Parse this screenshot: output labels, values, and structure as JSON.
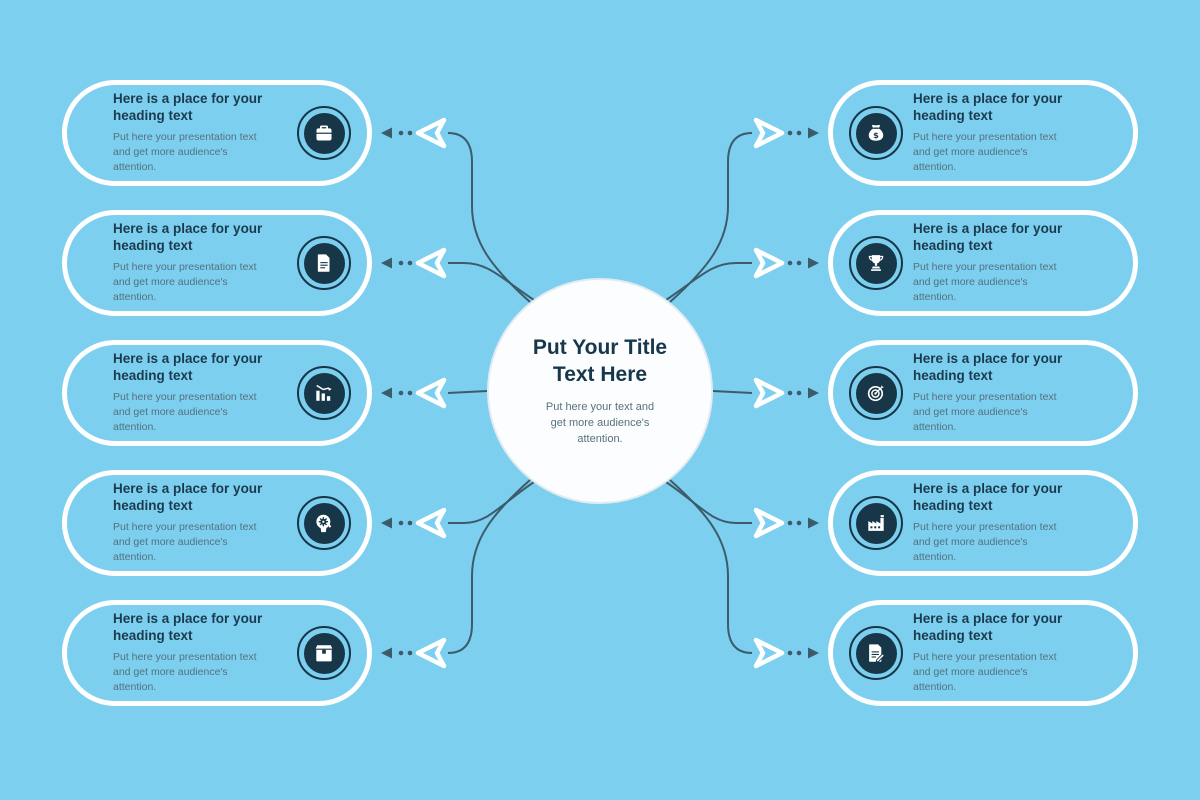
{
  "colors": {
    "background": "#7ccfee",
    "dark_navy": "#173648",
    "heading_text": "#1b3a4e",
    "body_text": "#54717f",
    "connector": "#3c5c6c",
    "card_border": "#ffffff",
    "center_fill": "#fbfdfe",
    "center_border": "#e2ebf1"
  },
  "center": {
    "title_lines": [
      "Put Your Title",
      "Text Here"
    ],
    "subtitle_lines": [
      "Put here your text and",
      "get more audience's",
      "attention."
    ]
  },
  "left_cards": [
    {
      "icon": "briefcase-icon",
      "heading_lines": [
        "Here is a place for your",
        "heading text"
      ],
      "body_lines": [
        "Put here your presentation text",
        "and get more audience's",
        "attention."
      ]
    },
    {
      "icon": "document-icon",
      "heading_lines": [
        "Here is a place for your",
        "heading text"
      ],
      "body_lines": [
        "Put here your presentation text",
        "and get more audience's",
        "attention."
      ]
    },
    {
      "icon": "declining-chart-icon",
      "heading_lines": [
        "Here is a place for your",
        "heading text"
      ],
      "body_lines": [
        "Put here your presentation text",
        "and get more audience's",
        "attention."
      ]
    },
    {
      "icon": "head-gear-icon",
      "heading_lines": [
        "Here is a place for your",
        "heading text"
      ],
      "body_lines": [
        "Put here your presentation text",
        "and get more audience's",
        "attention."
      ]
    },
    {
      "icon": "box-icon",
      "heading_lines": [
        "Here is a place for your",
        "heading text"
      ],
      "body_lines": [
        "Put here your presentation text",
        "and get more audience's",
        "attention."
      ]
    }
  ],
  "right_cards": [
    {
      "icon": "money-bag-icon",
      "heading_lines": [
        "Here is a place for your",
        "heading text"
      ],
      "body_lines": [
        "Put here your presentation text",
        "and get more audience's",
        "attention."
      ]
    },
    {
      "icon": "trophy-icon",
      "heading_lines": [
        "Here is a place for your",
        "heading text"
      ],
      "body_lines": [
        "Put here your presentation text",
        "and get more audience's",
        "attention."
      ]
    },
    {
      "icon": "target-icon",
      "heading_lines": [
        "Here is a place for your",
        "heading text"
      ],
      "body_lines": [
        "Put here your presentation text",
        "and get more audience's",
        "attention."
      ]
    },
    {
      "icon": "factory-icon",
      "heading_lines": [
        "Here is a place for your",
        "heading text"
      ],
      "body_lines": [
        "Put here your presentation text",
        "and get more audience's",
        "attention."
      ]
    },
    {
      "icon": "contract-icon",
      "heading_lines": [
        "Here is a place for your",
        "heading text"
      ],
      "body_lines": [
        "Put here your presentation text",
        "and get more audience's",
        "attention."
      ]
    }
  ]
}
